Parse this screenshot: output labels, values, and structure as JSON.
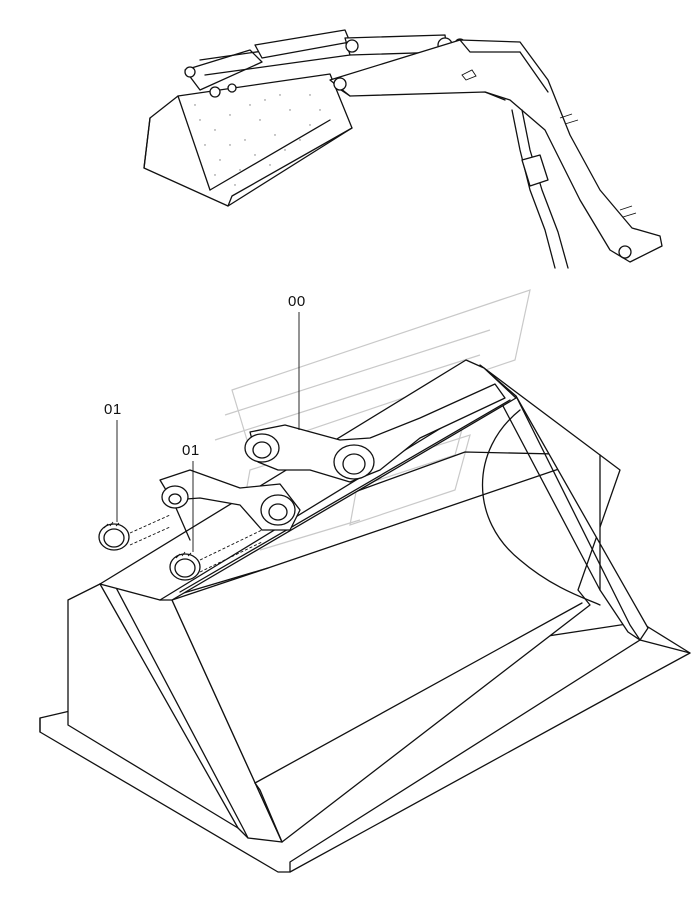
{
  "callouts": {
    "bucket": "00",
    "bushing_left": "01",
    "bushing_right": "01"
  }
}
